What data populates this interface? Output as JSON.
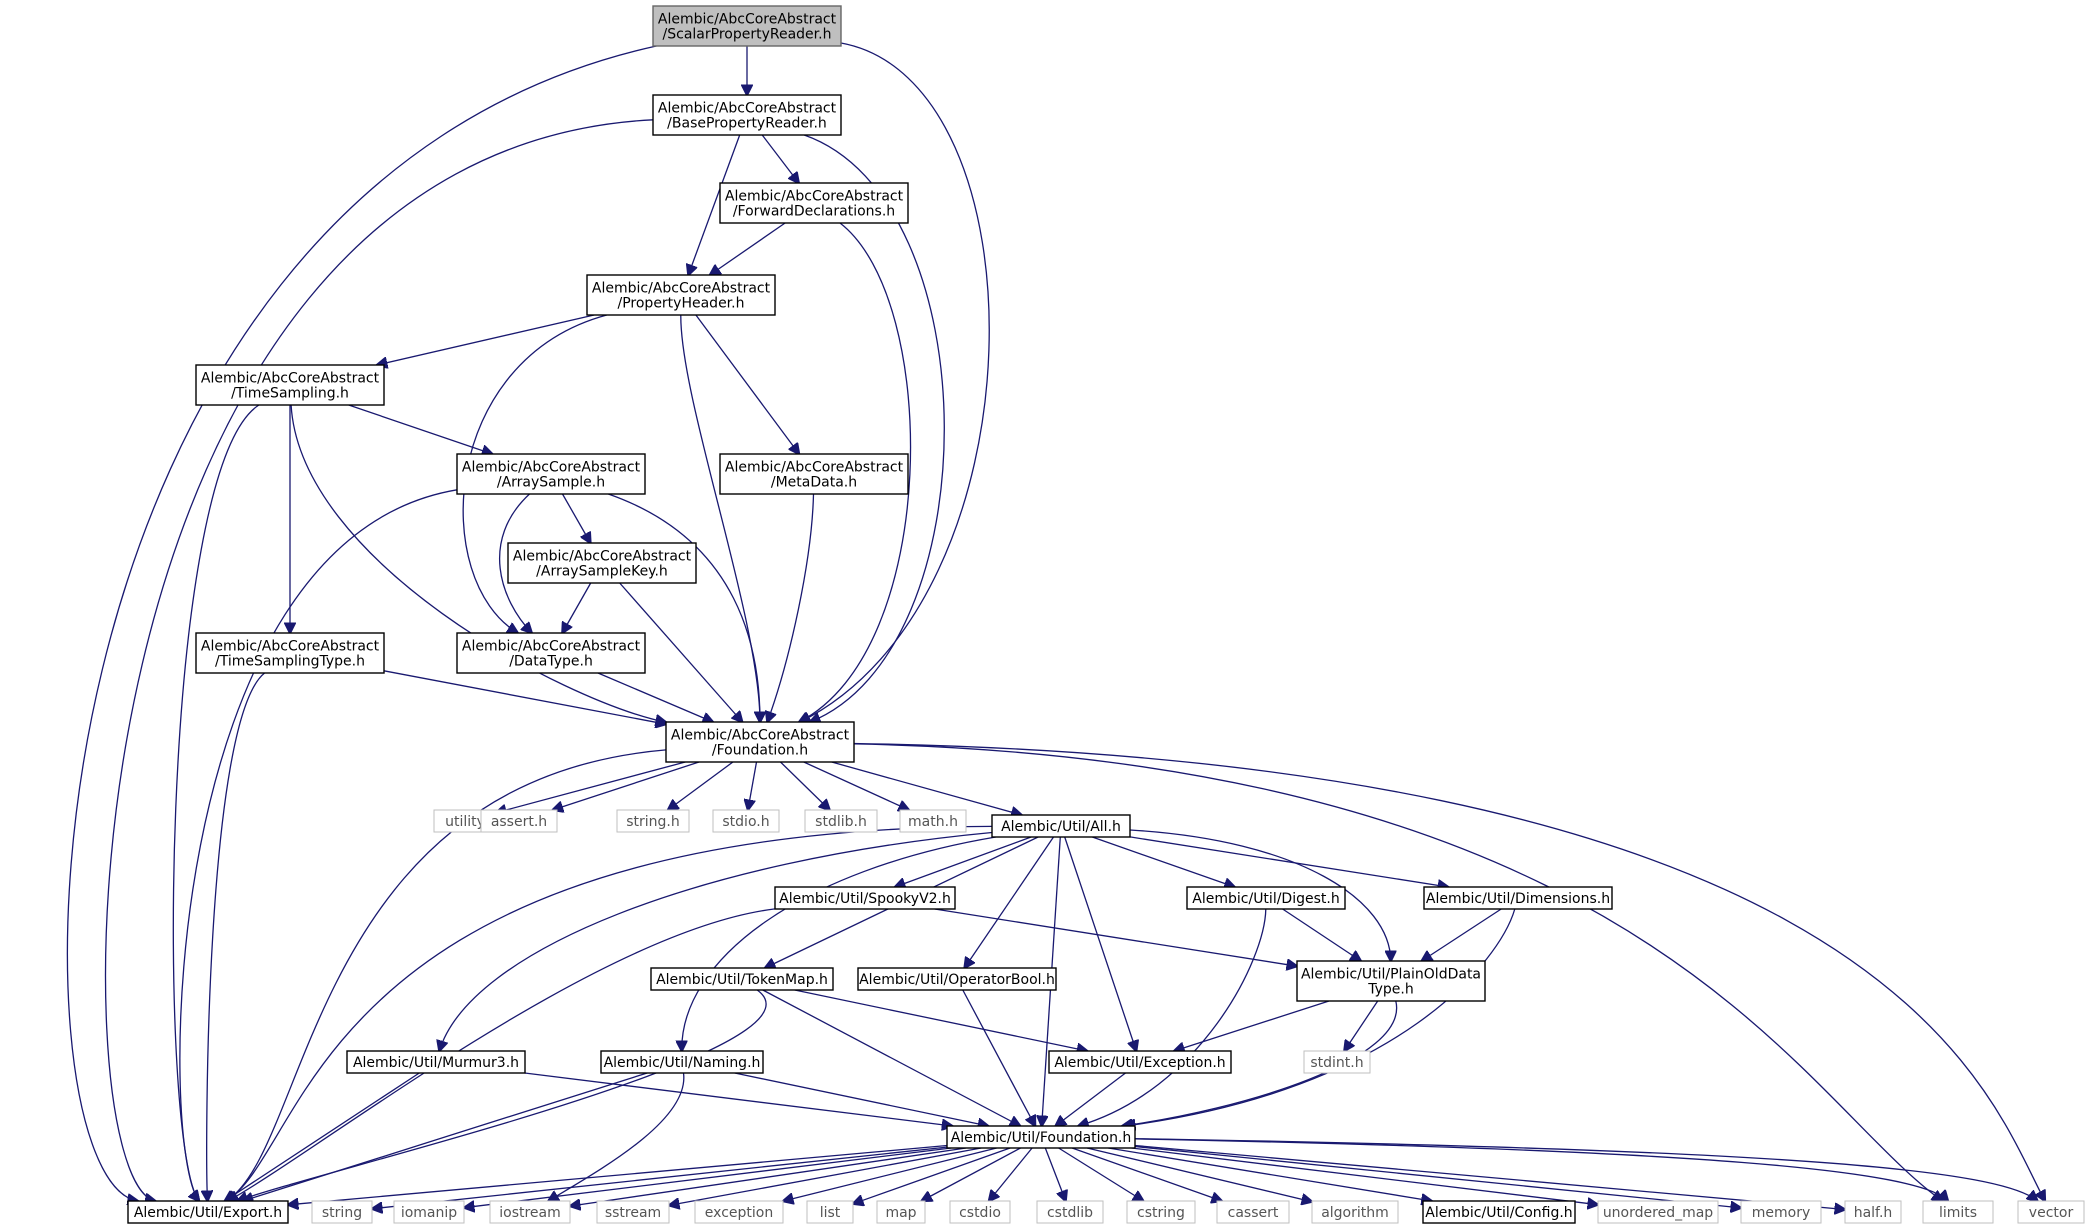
{
  "graph": {
    "nodes": [
      {
        "id": "scalar",
        "lines": [
          "Alembic/AbcCoreAbstract",
          "/ScalarPropertyReader.h"
        ],
        "kind": "root"
      },
      {
        "id": "base",
        "lines": [
          "Alembic/AbcCoreAbstract",
          "/BasePropertyReader.h"
        ],
        "kind": "header"
      },
      {
        "id": "fwd",
        "lines": [
          "Alembic/AbcCoreAbstract",
          "/ForwardDeclarations.h"
        ],
        "kind": "header"
      },
      {
        "id": "prophdr",
        "lines": [
          "Alembic/AbcCoreAbstract",
          "/PropertyHeader.h"
        ],
        "kind": "header"
      },
      {
        "id": "timesampling",
        "lines": [
          "Alembic/AbcCoreAbstract",
          "/TimeSampling.h"
        ],
        "kind": "header"
      },
      {
        "id": "arraysample",
        "lines": [
          "Alembic/AbcCoreAbstract",
          "/ArraySample.h"
        ],
        "kind": "header"
      },
      {
        "id": "metadata",
        "lines": [
          "Alembic/AbcCoreAbstract",
          "/MetaData.h"
        ],
        "kind": "header"
      },
      {
        "id": "arraysamplekey",
        "lines": [
          "Alembic/AbcCoreAbstract",
          "/ArraySampleKey.h"
        ],
        "kind": "header"
      },
      {
        "id": "tstype",
        "lines": [
          "Alembic/AbcCoreAbstract",
          "/TimeSamplingType.h"
        ],
        "kind": "header"
      },
      {
        "id": "datatype",
        "lines": [
          "Alembic/AbcCoreAbstract",
          "/DataType.h"
        ],
        "kind": "header"
      },
      {
        "id": "abcfound",
        "lines": [
          "Alembic/AbcCoreAbstract",
          "/Foundation.h"
        ],
        "kind": "header"
      },
      {
        "id": "utility",
        "lines": [
          "utility"
        ],
        "kind": "system"
      },
      {
        "id": "asserth",
        "lines": [
          "assert.h"
        ],
        "kind": "system"
      },
      {
        "id": "stringh",
        "lines": [
          "string.h"
        ],
        "kind": "system"
      },
      {
        "id": "stdioh",
        "lines": [
          "stdio.h"
        ],
        "kind": "system"
      },
      {
        "id": "stdlibh",
        "lines": [
          "stdlib.h"
        ],
        "kind": "system"
      },
      {
        "id": "mathh",
        "lines": [
          "math.h"
        ],
        "kind": "system"
      },
      {
        "id": "utilall",
        "lines": [
          "Alembic/Util/All.h"
        ],
        "kind": "header"
      },
      {
        "id": "spooky",
        "lines": [
          "Alembic/Util/SpookyV2.h"
        ],
        "kind": "header"
      },
      {
        "id": "digest",
        "lines": [
          "Alembic/Util/Digest.h"
        ],
        "kind": "header"
      },
      {
        "id": "dimensions",
        "lines": [
          "Alembic/Util/Dimensions.h"
        ],
        "kind": "header"
      },
      {
        "id": "tokenmap",
        "lines": [
          "Alembic/Util/TokenMap.h"
        ],
        "kind": "header"
      },
      {
        "id": "opbool",
        "lines": [
          "Alembic/Util/OperatorBool.h"
        ],
        "kind": "header"
      },
      {
        "id": "pod",
        "lines": [
          "Alembic/Util/PlainOldData",
          "Type.h"
        ],
        "kind": "header"
      },
      {
        "id": "murmur",
        "lines": [
          "Alembic/Util/Murmur3.h"
        ],
        "kind": "header"
      },
      {
        "id": "naming",
        "lines": [
          "Alembic/Util/Naming.h"
        ],
        "kind": "header"
      },
      {
        "id": "exception",
        "lines": [
          "Alembic/Util/Exception.h"
        ],
        "kind": "header"
      },
      {
        "id": "stdinth",
        "lines": [
          "stdint.h"
        ],
        "kind": "system"
      },
      {
        "id": "utilfound",
        "lines": [
          "Alembic/Util/Foundation.h"
        ],
        "kind": "header"
      },
      {
        "id": "export",
        "lines": [
          "Alembic/Util/Export.h"
        ],
        "kind": "header"
      },
      {
        "id": "string",
        "lines": [
          "string"
        ],
        "kind": "system"
      },
      {
        "id": "iomanip",
        "lines": [
          "iomanip"
        ],
        "kind": "system"
      },
      {
        "id": "iostream",
        "lines": [
          "iostream"
        ],
        "kind": "system"
      },
      {
        "id": "sstream",
        "lines": [
          "sstream"
        ],
        "kind": "system"
      },
      {
        "id": "exceptionstd",
        "lines": [
          "exception"
        ],
        "kind": "system"
      },
      {
        "id": "list",
        "lines": [
          "list"
        ],
        "kind": "system"
      },
      {
        "id": "map",
        "lines": [
          "map"
        ],
        "kind": "system"
      },
      {
        "id": "cstdio",
        "lines": [
          "cstdio"
        ],
        "kind": "system"
      },
      {
        "id": "cstdlib",
        "lines": [
          "cstdlib"
        ],
        "kind": "system"
      },
      {
        "id": "cstring",
        "lines": [
          "cstring"
        ],
        "kind": "system"
      },
      {
        "id": "cassert",
        "lines": [
          "cassert"
        ],
        "kind": "system"
      },
      {
        "id": "algorithm",
        "lines": [
          "algorithm"
        ],
        "kind": "system"
      },
      {
        "id": "config",
        "lines": [
          "Alembic/Util/Config.h"
        ],
        "kind": "header"
      },
      {
        "id": "unorderedmap",
        "lines": [
          "unordered_map"
        ],
        "kind": "system"
      },
      {
        "id": "memory",
        "lines": [
          "memory"
        ],
        "kind": "system"
      },
      {
        "id": "halfh",
        "lines": [
          "half.h"
        ],
        "kind": "system"
      },
      {
        "id": "limits",
        "lines": [
          "limits"
        ],
        "kind": "system"
      },
      {
        "id": "vector",
        "lines": [
          "vector"
        ],
        "kind": "system"
      }
    ],
    "edges": [
      [
        "scalar",
        "base"
      ],
      [
        "scalar",
        "export"
      ],
      [
        "scalar",
        "abcfound"
      ],
      [
        "base",
        "export"
      ],
      [
        "base",
        "fwd"
      ],
      [
        "base",
        "prophdr"
      ],
      [
        "base",
        "abcfound"
      ],
      [
        "fwd",
        "prophdr"
      ],
      [
        "fwd",
        "abcfound"
      ],
      [
        "prophdr",
        "timesampling"
      ],
      [
        "prophdr",
        "datatype"
      ],
      [
        "prophdr",
        "abcfound"
      ],
      [
        "prophdr",
        "metadata"
      ],
      [
        "timesampling",
        "export"
      ],
      [
        "timesampling",
        "tstype"
      ],
      [
        "timesampling",
        "abcfound"
      ],
      [
        "timesampling",
        "arraysample"
      ],
      [
        "arraysample",
        "export"
      ],
      [
        "arraysample",
        "datatype"
      ],
      [
        "arraysample",
        "arraysamplekey"
      ],
      [
        "arraysample",
        "abcfound"
      ],
      [
        "metadata",
        "abcfound"
      ],
      [
        "arraysamplekey",
        "datatype"
      ],
      [
        "arraysamplekey",
        "abcfound"
      ],
      [
        "tstype",
        "export"
      ],
      [
        "tstype",
        "abcfound"
      ],
      [
        "datatype",
        "abcfound"
      ],
      [
        "abcfound",
        "export"
      ],
      [
        "abcfound",
        "utility"
      ],
      [
        "abcfound",
        "asserth"
      ],
      [
        "abcfound",
        "stringh"
      ],
      [
        "abcfound",
        "stdioh"
      ],
      [
        "abcfound",
        "stdlibh"
      ],
      [
        "abcfound",
        "mathh"
      ],
      [
        "abcfound",
        "utilall"
      ],
      [
        "abcfound",
        "limits"
      ],
      [
        "abcfound",
        "vector"
      ],
      [
        "utilall",
        "export"
      ],
      [
        "utilall",
        "murmur"
      ],
      [
        "utilall",
        "naming"
      ],
      [
        "utilall",
        "spooky"
      ],
      [
        "utilall",
        "tokenmap"
      ],
      [
        "utilall",
        "opbool"
      ],
      [
        "utilall",
        "utilfound"
      ],
      [
        "utilall",
        "exception"
      ],
      [
        "utilall",
        "digest"
      ],
      [
        "utilall",
        "pod"
      ],
      [
        "utilall",
        "dimensions"
      ],
      [
        "spooky",
        "export"
      ],
      [
        "spooky",
        "pod"
      ],
      [
        "digest",
        "pod"
      ],
      [
        "digest",
        "utilfound"
      ],
      [
        "dimensions",
        "pod"
      ],
      [
        "dimensions",
        "utilfound"
      ],
      [
        "tokenmap",
        "export"
      ],
      [
        "tokenmap",
        "utilfound"
      ],
      [
        "tokenmap",
        "exception"
      ],
      [
        "opbool",
        "utilfound"
      ],
      [
        "pod",
        "exception"
      ],
      [
        "pod",
        "stdinth"
      ],
      [
        "pod",
        "utilfound"
      ],
      [
        "murmur",
        "export"
      ],
      [
        "murmur",
        "utilfound"
      ],
      [
        "naming",
        "export"
      ],
      [
        "naming",
        "iostream"
      ],
      [
        "naming",
        "utilfound"
      ],
      [
        "exception",
        "utilfound"
      ],
      [
        "utilfound",
        "export"
      ],
      [
        "utilfound",
        "string"
      ],
      [
        "utilfound",
        "iomanip"
      ],
      [
        "utilfound",
        "iostream"
      ],
      [
        "utilfound",
        "sstream"
      ],
      [
        "utilfound",
        "exceptionstd"
      ],
      [
        "utilfound",
        "list"
      ],
      [
        "utilfound",
        "map"
      ],
      [
        "utilfound",
        "cstdio"
      ],
      [
        "utilfound",
        "cstdlib"
      ],
      [
        "utilfound",
        "cstring"
      ],
      [
        "utilfound",
        "cassert"
      ],
      [
        "utilfound",
        "algorithm"
      ],
      [
        "utilfound",
        "config"
      ],
      [
        "utilfound",
        "unorderedmap"
      ],
      [
        "utilfound",
        "memory"
      ],
      [
        "utilfound",
        "halfh"
      ],
      [
        "utilfound",
        "limits"
      ],
      [
        "utilfound",
        "vector"
      ]
    ]
  }
}
